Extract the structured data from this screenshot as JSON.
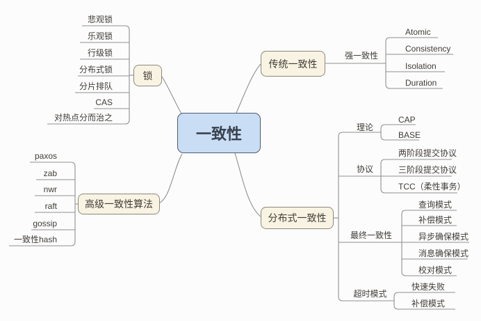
{
  "root": {
    "label": "一致性"
  },
  "branches": {
    "lock": {
      "label": "锁",
      "children": [
        "悲观锁",
        "乐观锁",
        "行级锁",
        "分布式锁",
        "分片排队",
        "CAS",
        "对热点分而治之"
      ]
    },
    "traditional": {
      "label": "传统一致性",
      "child": {
        "label": "强一致性",
        "children": [
          "Atomic",
          "Consistency",
          "Isolation",
          "Duration"
        ]
      }
    },
    "advanced": {
      "label": "高级一致性算法",
      "children": [
        "paxos",
        "zab",
        "nwr",
        "raft",
        "gossip",
        "一致性hash"
      ]
    },
    "distributed": {
      "label": "分布式一致性",
      "groups": [
        {
          "label": "理论",
          "children": [
            "CAP",
            "BASE"
          ]
        },
        {
          "label": "协议",
          "children": [
            "两阶段提交协议",
            "三阶段提交协议",
            "TCC（柔性事务）"
          ]
        },
        {
          "label": "最终一致性",
          "children": [
            "查询模式",
            "补偿模式",
            "异步确保模式",
            "消息确保模式",
            "校对模式"
          ]
        },
        {
          "label": "超时模式",
          "children": [
            "快速失败",
            "补偿模式"
          ]
        }
      ]
    }
  },
  "colors": {
    "canvas-bg": "#fcfcfc",
    "center-fill": "#c9ddf4",
    "center-border": "#4d5b70",
    "center-text": "#39414f",
    "box-fill": "#f9f3e3",
    "box-border": "#8d877c",
    "line": "#8f8f8f",
    "text": "#403c36"
  }
}
